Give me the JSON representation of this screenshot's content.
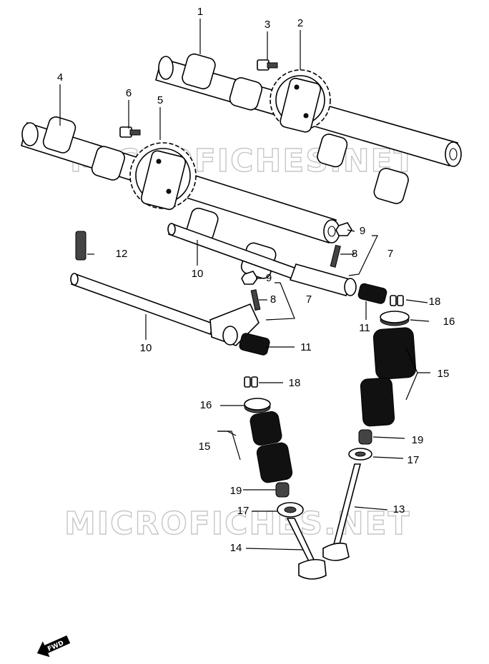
{
  "watermark": {
    "text": "MICROFICHES.NET"
  },
  "fwd_label": "FWD",
  "callouts": {
    "c1": "1",
    "c2": "2",
    "c3": "3",
    "c4": "4",
    "c5": "5",
    "c6": "6",
    "c7a": "7",
    "c7b": "7",
    "c8a": "8",
    "c8b": "8",
    "c9a": "9",
    "c9b": "9",
    "c10a": "10",
    "c10b": "10",
    "c11a": "11",
    "c11b": "11",
    "c12": "12",
    "c13": "13",
    "c14": "14",
    "c15a": "15",
    "c15b": "15",
    "c16a": "16",
    "c16b": "16",
    "c17a": "17",
    "c17b": "17",
    "c18a": "18",
    "c18b": "18",
    "c19a": "19",
    "c19b": "19"
  }
}
